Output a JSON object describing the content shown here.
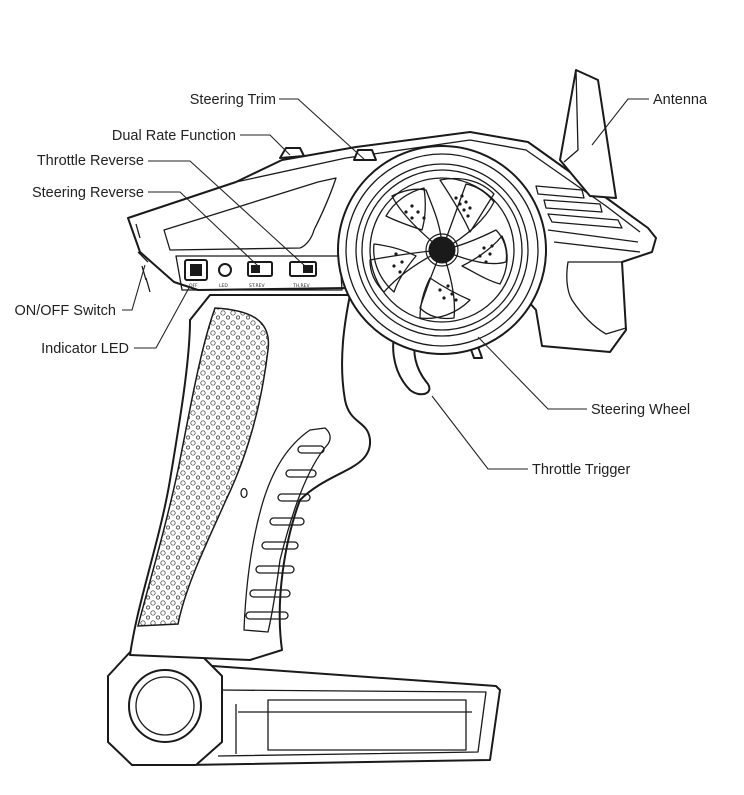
{
  "labels": {
    "steering_trim": "Steering Trim",
    "dual_rate_function": "Dual Rate Function",
    "throttle_reverse": "Throttle Reverse",
    "steering_reverse": "Steering Reverse",
    "on_off_switch": "ON/OFF Switch",
    "indicator_led": "Indicator LED",
    "antenna": "Antenna",
    "steering_wheel": "Steering Wheel",
    "throttle_trigger": "Throttle Trigger"
  },
  "panel_marks": {
    "switch": "OFF",
    "led": "LED",
    "st_rev": "ST.REV",
    "th_rev": "TH.REV"
  }
}
